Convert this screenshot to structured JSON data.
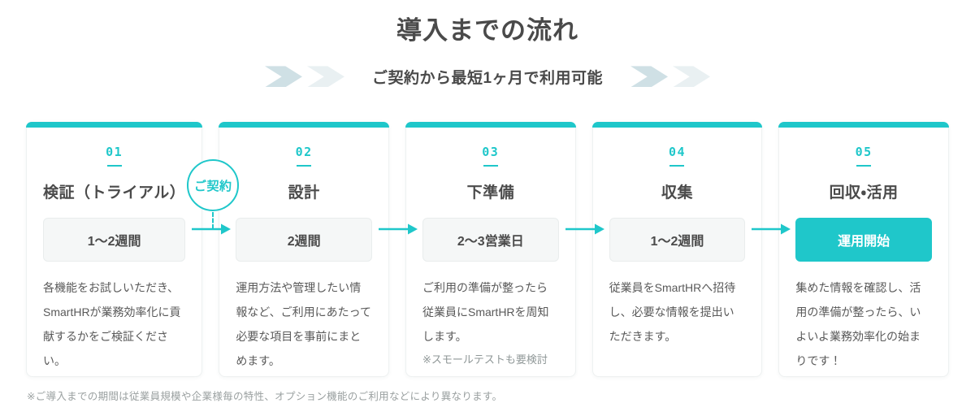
{
  "header": {
    "title": "導入までの流れ",
    "subtitle": "ご契約から最短1ヶ月で利用可能"
  },
  "contract_badge": "ご契約",
  "steps": [
    {
      "number": "01",
      "title": "検証（トライアル）",
      "duration": "1～2週間",
      "description": "各機能をお試しいただき、SmartHRが業務効率化に貢献するかをご検証ください。"
    },
    {
      "number": "02",
      "title": "設計",
      "duration": "2週間",
      "description": "運用方法や管理したい情報など、ご利用にあたって必要な項目を事前にまとめます。"
    },
    {
      "number": "03",
      "title": "下準備",
      "duration": "2～3営業日",
      "description": "ご利用の準備が整ったら従業員にSmartHRを周知します。",
      "note": "※スモールテストも要検討"
    },
    {
      "number": "04",
      "title": "収集",
      "duration": "1～2週間",
      "description": "従業員をSmartHRへ招待し、必要な情報を提出いただきます。"
    },
    {
      "number": "05",
      "title": "回収・活用",
      "duration": "運用開始",
      "description": "集めた情報を確認し、活用の準備が整ったら、いよいよ業務効率化の始まりです！"
    }
  ],
  "footnote": "※ご導入までの期間は従業員規模や企業様毎の特性、オプション機能のご利用などにより異なります。",
  "colors": {
    "accent_teal": "#1fc7ca",
    "chevron_dark": "#cfe0e5",
    "chevron_light": "#e9f0f2",
    "heading_text": "#4a4a4a",
    "body_text": "#595959"
  }
}
